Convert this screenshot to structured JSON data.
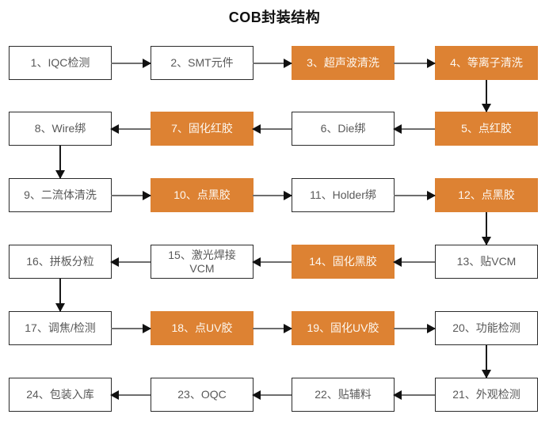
{
  "title": "COB封装结构",
  "colors": {
    "accent_orange": "#dd8233",
    "box_border": "#2b2b2b",
    "box_text": "#595959",
    "orange_box_text": "#fdf8f1",
    "arrow_line": "#6e6e6e",
    "arrow_head": "#111111",
    "background": "#ffffff"
  },
  "nodes": [
    {
      "id": 1,
      "label": "1、IQC检测",
      "variant": "white"
    },
    {
      "id": 2,
      "label": "2、SMT元件",
      "variant": "white"
    },
    {
      "id": 3,
      "label": "3、超声波清洗",
      "variant": "orange"
    },
    {
      "id": 4,
      "label": "4、等离子清洗",
      "variant": "orange"
    },
    {
      "id": 5,
      "label": "5、点红胶",
      "variant": "orange"
    },
    {
      "id": 6,
      "label": "6、Die绑",
      "variant": "white"
    },
    {
      "id": 7,
      "label": "7、固化红胶",
      "variant": "orange"
    },
    {
      "id": 8,
      "label": "8、Wire绑",
      "variant": "white"
    },
    {
      "id": 9,
      "label": "9、二流体清洗",
      "variant": "white"
    },
    {
      "id": 10,
      "label": "10、点黑胶",
      "variant": "orange"
    },
    {
      "id": 11,
      "label": "11、Holder绑",
      "variant": "white"
    },
    {
      "id": 12,
      "label": "12、点黑胶",
      "variant": "orange"
    },
    {
      "id": 13,
      "label": "13、贴VCM",
      "variant": "white"
    },
    {
      "id": 14,
      "label": "14、固化黑胶",
      "variant": "orange"
    },
    {
      "id": 15,
      "label": "15、激光焊接\nVCM",
      "variant": "white"
    },
    {
      "id": 16,
      "label": "16、拼板分粒",
      "variant": "white"
    },
    {
      "id": 17,
      "label": "17、调焦/检测",
      "variant": "white"
    },
    {
      "id": 18,
      "label": "18、点UV胶",
      "variant": "orange"
    },
    {
      "id": 19,
      "label": "19、固化UV胶",
      "variant": "orange"
    },
    {
      "id": 20,
      "label": "20、功能检测",
      "variant": "white"
    },
    {
      "id": 21,
      "label": "21、外观检测",
      "variant": "white"
    },
    {
      "id": 22,
      "label": "22、贴辅料",
      "variant": "white"
    },
    {
      "id": 23,
      "label": "23、OQC",
      "variant": "white"
    },
    {
      "id": 24,
      "label": "24、包装入库",
      "variant": "white"
    }
  ],
  "connections": [
    "1→2",
    "2→3",
    "3→4",
    "4→5",
    "5→6",
    "6→7",
    "7→8",
    "8→9",
    "9→10",
    "10→11",
    "11→12",
    "12→13",
    "13→14",
    "14→15",
    "15→16",
    "16→17",
    "17→18",
    "18→19",
    "19→20",
    "20→21",
    "21→22",
    "22→23",
    "23→24"
  ]
}
